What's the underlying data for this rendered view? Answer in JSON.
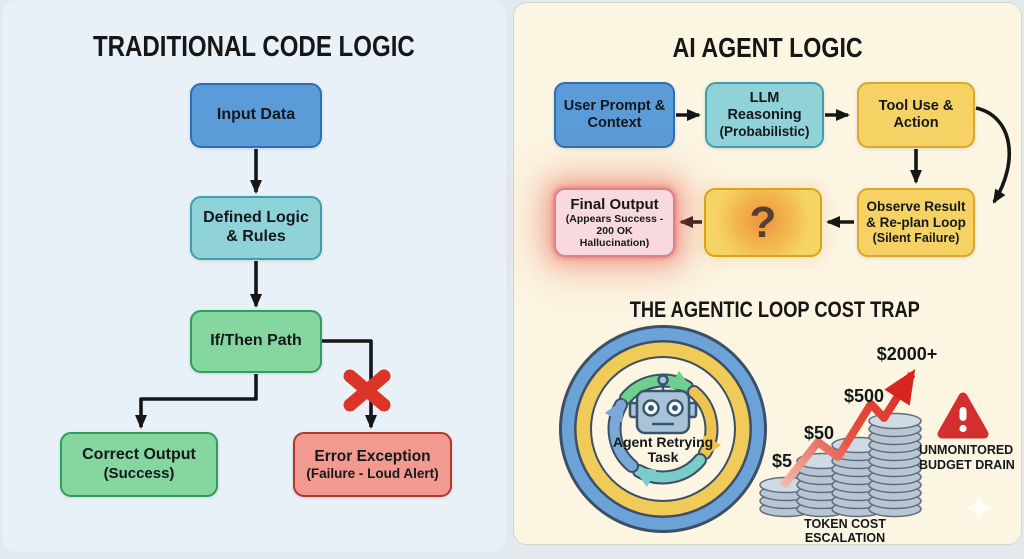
{
  "left_panel": {
    "title": "TRADITIONAL CODE LOGIC",
    "nodes": {
      "input_data": {
        "label": "Input Data"
      },
      "defined_logic": {
        "label": "Defined Logic & Rules"
      },
      "if_then": {
        "label": "If/Then Path"
      },
      "correct_output": {
        "label": "Correct Output",
        "sub": "(Success)"
      },
      "error_exception": {
        "label": "Error Exception",
        "sub": "(Failure - Loud Alert)"
      }
    }
  },
  "right_panel": {
    "title": "AI AGENT LOGIC",
    "nodes": {
      "user_prompt": {
        "label": "User Prompt & Context"
      },
      "llm_reasoning": {
        "label": "LLM Reasoning",
        "sub": "(Probabilistic)"
      },
      "tool_use": {
        "label": "Tool Use & Action"
      },
      "observe": {
        "label": "Observe Result & Re-plan Loop",
        "sub": "(Silent Failure)"
      },
      "question": {
        "label": "?"
      },
      "final_output": {
        "label": "Final Output",
        "sub": "(Appears Success - 200 OK Hallucination)"
      }
    },
    "cost_trap": {
      "title": "THE AGENTIC LOOP COST TRAP",
      "loop_caption": "Agent Retrying Task",
      "cost_labels": [
        "$5",
        "$50",
        "$500",
        "$2000+"
      ],
      "chart_caption": "TOKEN COST ESCALATION",
      "warning_line1": "UNMONITORED",
      "warning_line2": "BUDGET DRAIN"
    }
  },
  "chart_data": {
    "type": "bar",
    "title": "TOKEN COST ESCALATION",
    "categories": [
      "coin-stack-1",
      "coin-stack-2",
      "coin-stack-3",
      "coin-stack-4"
    ],
    "values": [
      5,
      50,
      500,
      2000
    ],
    "value_labels": [
      "$5",
      "$50",
      "$500",
      "$2000+"
    ],
    "annotation": "UNMONITORED BUDGET DRAIN",
    "trend": "rising red arrow"
  },
  "colors": {
    "left_panel_bg": "#e9f1f8",
    "right_panel_bg": "#fbf5e2",
    "blue_node": "#5b9bd8",
    "teal_node": "#8fd3d8",
    "green_node": "#85d79f",
    "red_node": "#f29a90",
    "yellow_node": "#f5d263",
    "final_output_node": "#f8dade",
    "alert_red": "#d7251d",
    "arrow_black": "#161616"
  }
}
